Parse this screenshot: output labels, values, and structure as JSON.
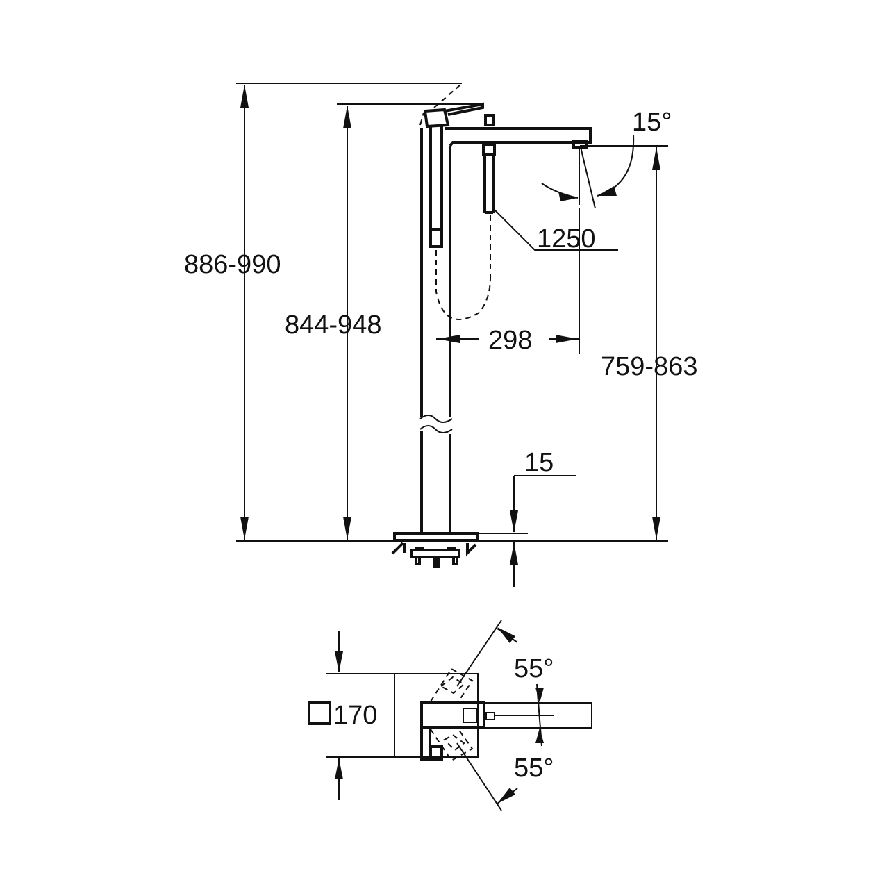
{
  "dimensions": {
    "total_height": "886-990",
    "lever_height": "844-948",
    "spout_height": "759-863",
    "spout_angle": "15°",
    "hose_length": "1250",
    "spout_projection": "298",
    "base_thickness": "15",
    "base_size": "170",
    "swivel_angle_top": "55°",
    "swivel_angle_bottom": "55°"
  },
  "colors": {
    "line": "#111111",
    "background": "#ffffff"
  }
}
